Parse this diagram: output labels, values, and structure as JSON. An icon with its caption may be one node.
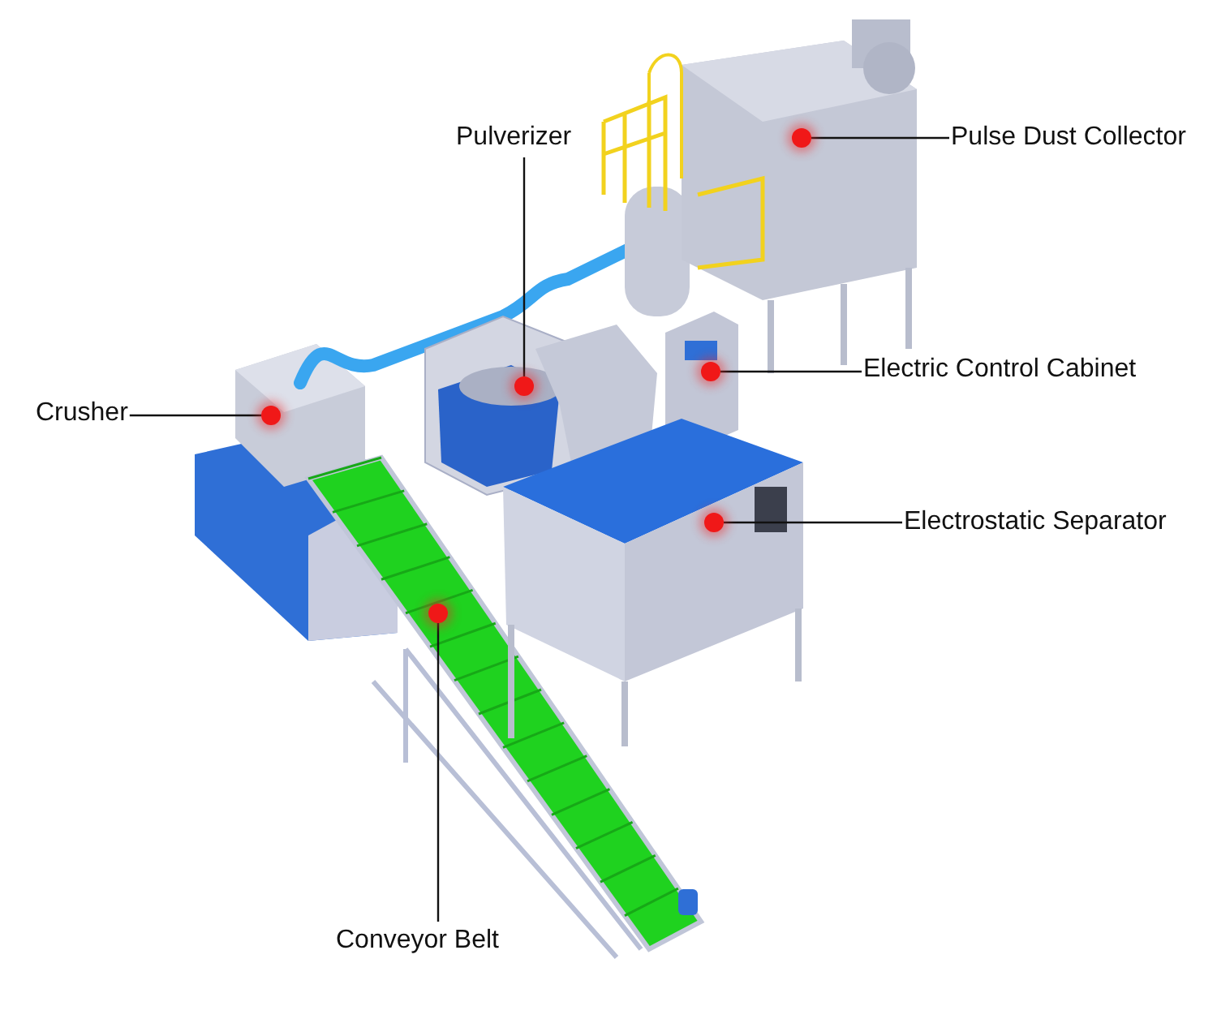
{
  "diagram": {
    "nodes": [
      {
        "text": [
          "Pulverizer"
        ]
      },
      {
        "text": [
          "Pulse Dust Collector"
        ]
      },
      {
        "text": [
          "Crusher"
        ]
      },
      {
        "text": [
          "Electric Control Cabinet"
        ]
      },
      {
        "text": [
          "Electrostatic Separator"
        ]
      },
      {
        "text": [
          "Conveyor Belt"
        ]
      },
      {
        "text": [],
        "shape": "circle"
      },
      {
        "text": [],
        "shape": "circle"
      },
      {
        "text": [],
        "shape": "circle"
      },
      {
        "text": [],
        "shape": "circle"
      },
      {
        "text": [],
        "shape": "circle"
      },
      {
        "text": [],
        "shape": "circle"
      }
    ],
    "edges": [
      {
        "from": 0,
        "to": 6,
        "arrow": "none"
      },
      {
        "from": 1,
        "to": 7,
        "arrow": "none"
      },
      {
        "from": 2,
        "to": 8,
        "arrow": "none"
      },
      {
        "from": 3,
        "to": 9,
        "arrow": "none"
      },
      {
        "from": 4,
        "to": 10,
        "arrow": "none"
      },
      {
        "from": 5,
        "to": 11,
        "arrow": "none"
      }
    ]
  }
}
